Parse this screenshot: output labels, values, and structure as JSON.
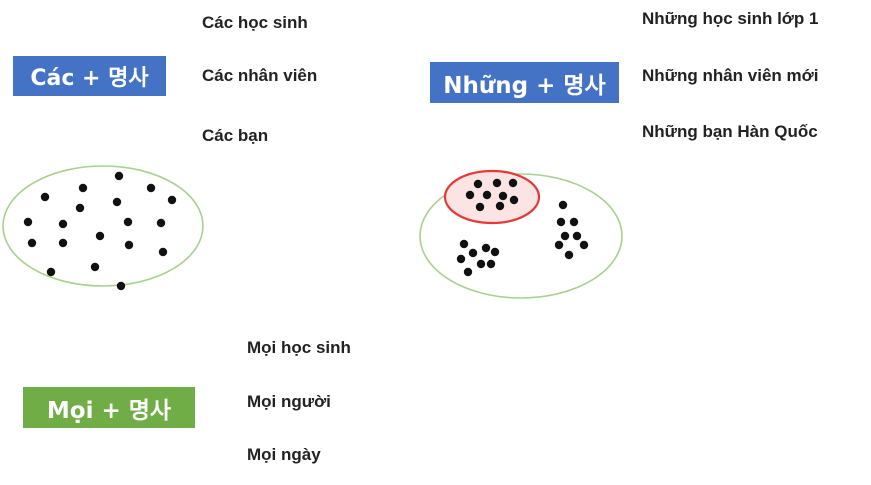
{
  "colors": {
    "cac_box": "#4472c4",
    "nhung_box": "#4472c4",
    "moi_box": "#70ad47",
    "ellipse_stroke": "#a9d08e",
    "highlight_stroke": "#e53935",
    "highlight_fill": "#fce4e4",
    "dot": "#111111"
  },
  "groups": [
    {
      "label": "Các + 명사",
      "examples": [
        "Các học sinh",
        "Các nhân viên",
        "Các bạn"
      ]
    },
    {
      "label": "Những + 명사",
      "examples": [
        "Những học sinh lớp 1",
        "Những nhân viên mới",
        "Những bạn Hàn Quốc"
      ]
    },
    {
      "label": "Mọi + 명사",
      "examples": [
        "Mọi học sinh",
        "Mọi người",
        "Mọi ngày"
      ]
    }
  ]
}
